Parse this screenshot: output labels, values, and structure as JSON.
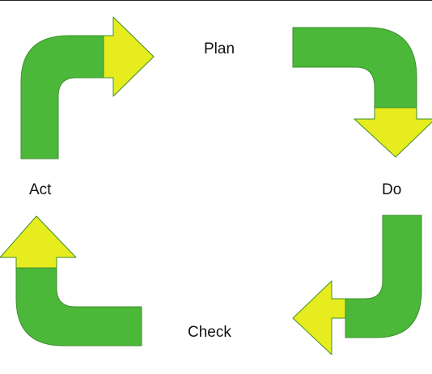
{
  "labels": {
    "plan": "Plan",
    "do": "Do",
    "check": "Check",
    "act": "Act"
  },
  "colors": {
    "arrow_body": "#4cb83a",
    "arrow_head": "#e6ec1e",
    "arrow_stroke": "#3d8f2e",
    "text": "#111111"
  }
}
